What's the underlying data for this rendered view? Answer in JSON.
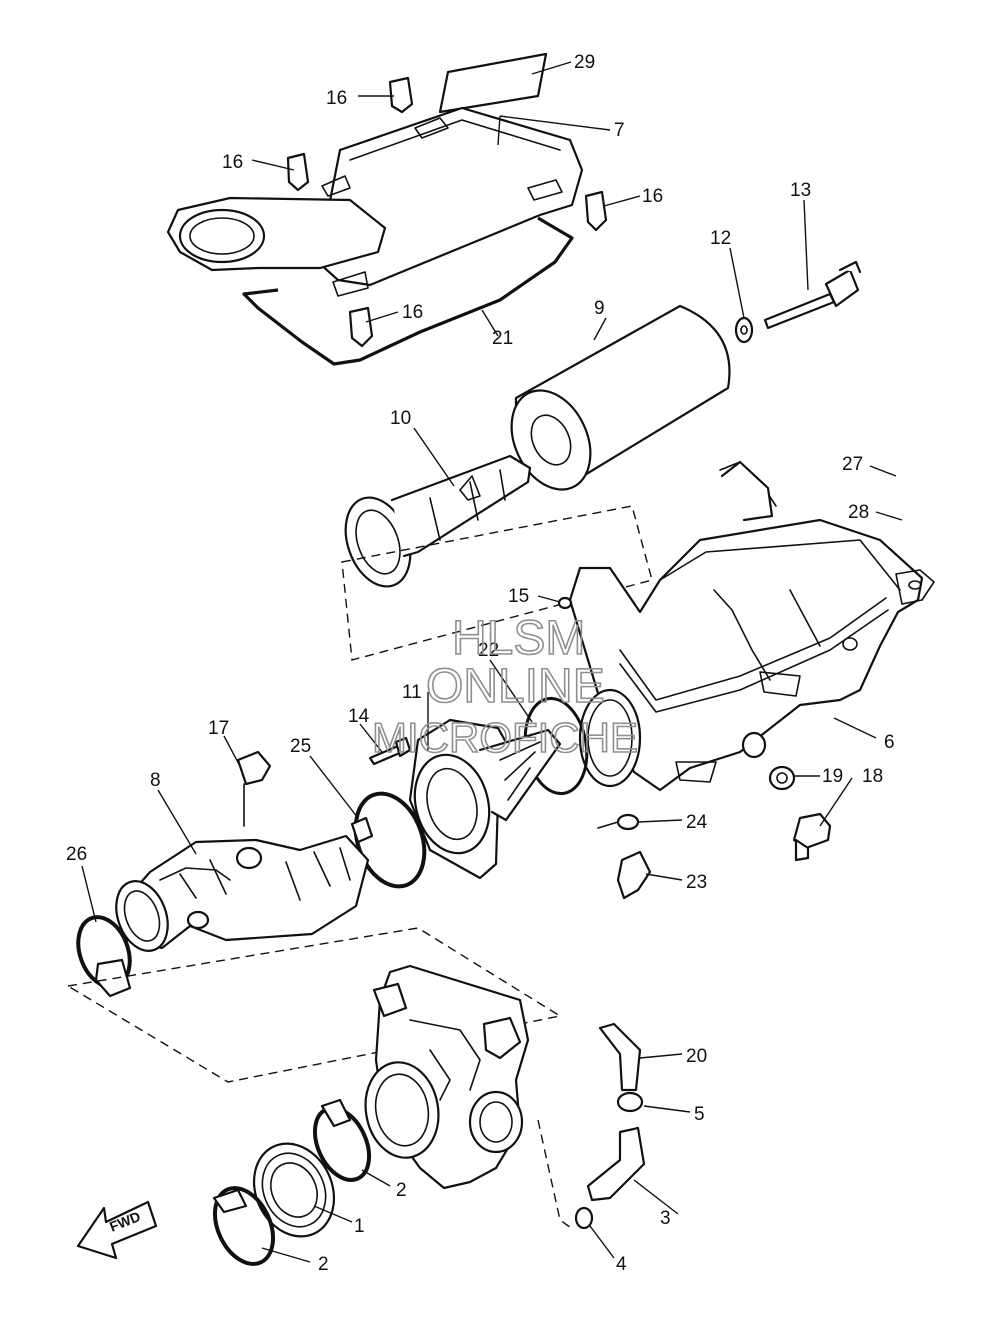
{
  "watermark": {
    "line1": "HLSM",
    "line2": "ONLINE",
    "line3": "MICROFICHE"
  },
  "direction_label": "FWD",
  "callouts": {
    "c1": "1",
    "c2a": "2",
    "c2b": "2",
    "c3": "3",
    "c4": "4",
    "c5": "5",
    "c6": "6",
    "c7": "7",
    "c8": "8",
    "c9": "9",
    "c10": "10",
    "c11": "11",
    "c12": "12",
    "c13": "13",
    "c14": "14",
    "c15": "15",
    "c16a": "16",
    "c16b": "16",
    "c16c": "16",
    "c16d": "16",
    "c17": "17",
    "c18": "18",
    "c19": "19",
    "c20": "20",
    "c21": "21",
    "c22": "22",
    "c23": "23",
    "c24": "24",
    "c25": "25",
    "c26": "26",
    "c27": "27",
    "c28": "28",
    "c29": "29"
  }
}
